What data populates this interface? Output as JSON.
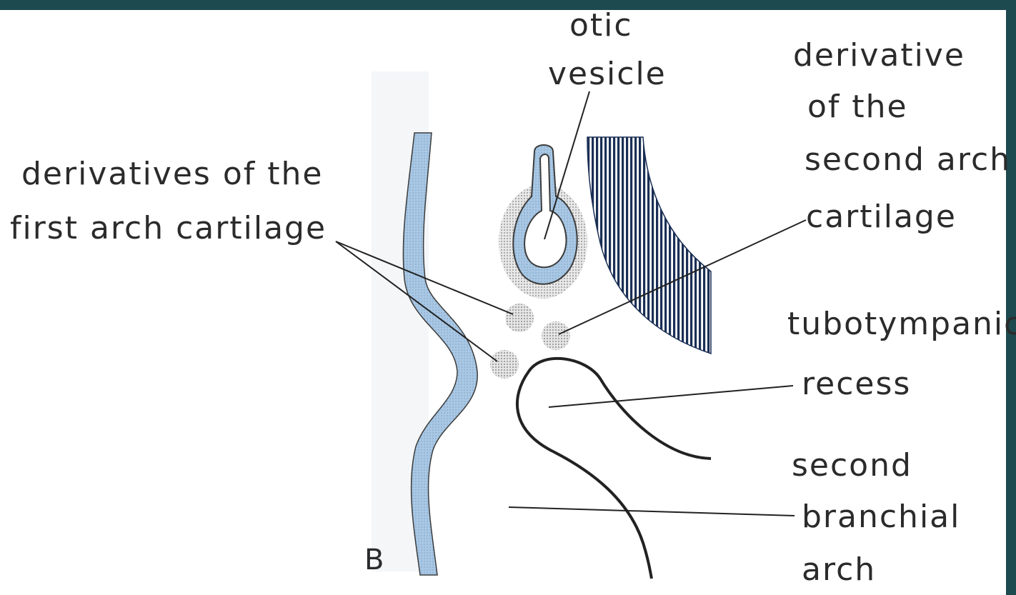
{
  "colors": {
    "frame": "#1c4a4f",
    "cartilage_blue": "#a8c8e6",
    "stipple": "#b0b0b0",
    "ink": "#222222"
  },
  "labels": {
    "otic_vesicle": [
      "otic",
      "vesicle"
    ],
    "first_arch": [
      "derivatives of the",
      "first arch cartilage"
    ],
    "second_arch_cartilage": [
      "derivative",
      "of the",
      "second arch",
      "cartilage"
    ],
    "tubotympanic": [
      "tubotympanic",
      "recess"
    ],
    "second_branchial": [
      "second",
      "branchial",
      "arch"
    ],
    "panel": "B"
  }
}
